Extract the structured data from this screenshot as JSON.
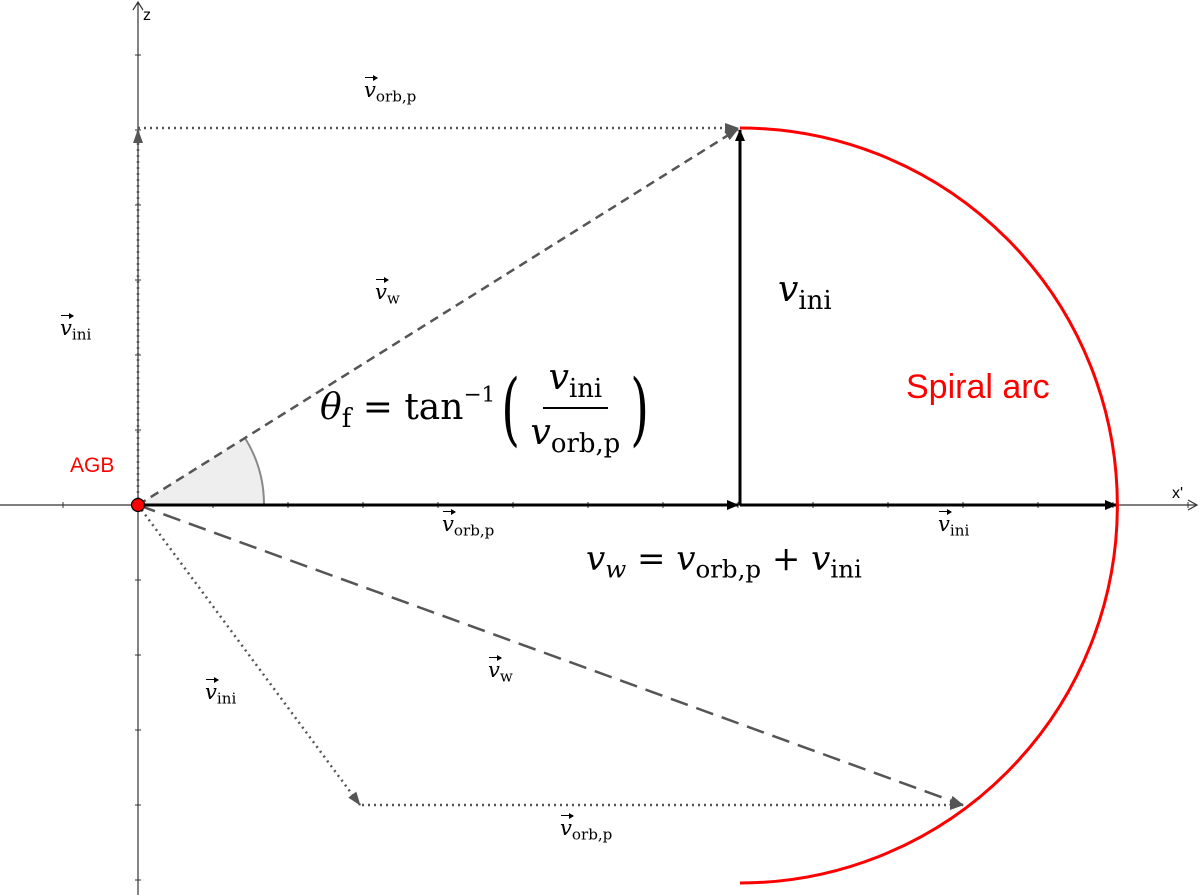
{
  "axes": {
    "z_label": "z",
    "x_label": "x'"
  },
  "point": {
    "label": "AGB",
    "color": "#ff0000"
  },
  "arc": {
    "label": "Spiral arc",
    "color": "#ff0000"
  },
  "labels": {
    "v_orb_top": {
      "base": "v",
      "sub": "orb,p"
    },
    "v_ini_left": {
      "base": "v",
      "sub": "ini"
    },
    "v_w_upper": {
      "base": "v",
      "sub": "w"
    },
    "v_ini_big": {
      "base": "v",
      "sub": "ini"
    },
    "v_orb_mid": {
      "base": "v",
      "sub": "orb,p"
    },
    "v_ini_right": {
      "base": "v",
      "sub": "ini"
    },
    "v_w_lower": {
      "base": "v",
      "sub": "w"
    },
    "v_ini_lower": {
      "base": "v",
      "sub": "ini"
    },
    "v_orb_bottom": {
      "base": "v",
      "sub": "orb,p"
    }
  },
  "formula_theta": {
    "theta": "θ",
    "theta_sub": "f",
    "eq_tan": "= tan",
    "exp": "−1",
    "open": "(",
    "close": ")",
    "num_base": "v",
    "num_sub": "ini",
    "den_base": "v",
    "den_sub": "orb,p"
  },
  "formula_vw": {
    "lhs_base": "v",
    "lhs_sub": "w",
    "eq": " = ",
    "t1_base": "v",
    "t1_sub": "orb,p",
    "plus": " + ",
    "t2_base": "v",
    "t2_sub": "ini"
  }
}
